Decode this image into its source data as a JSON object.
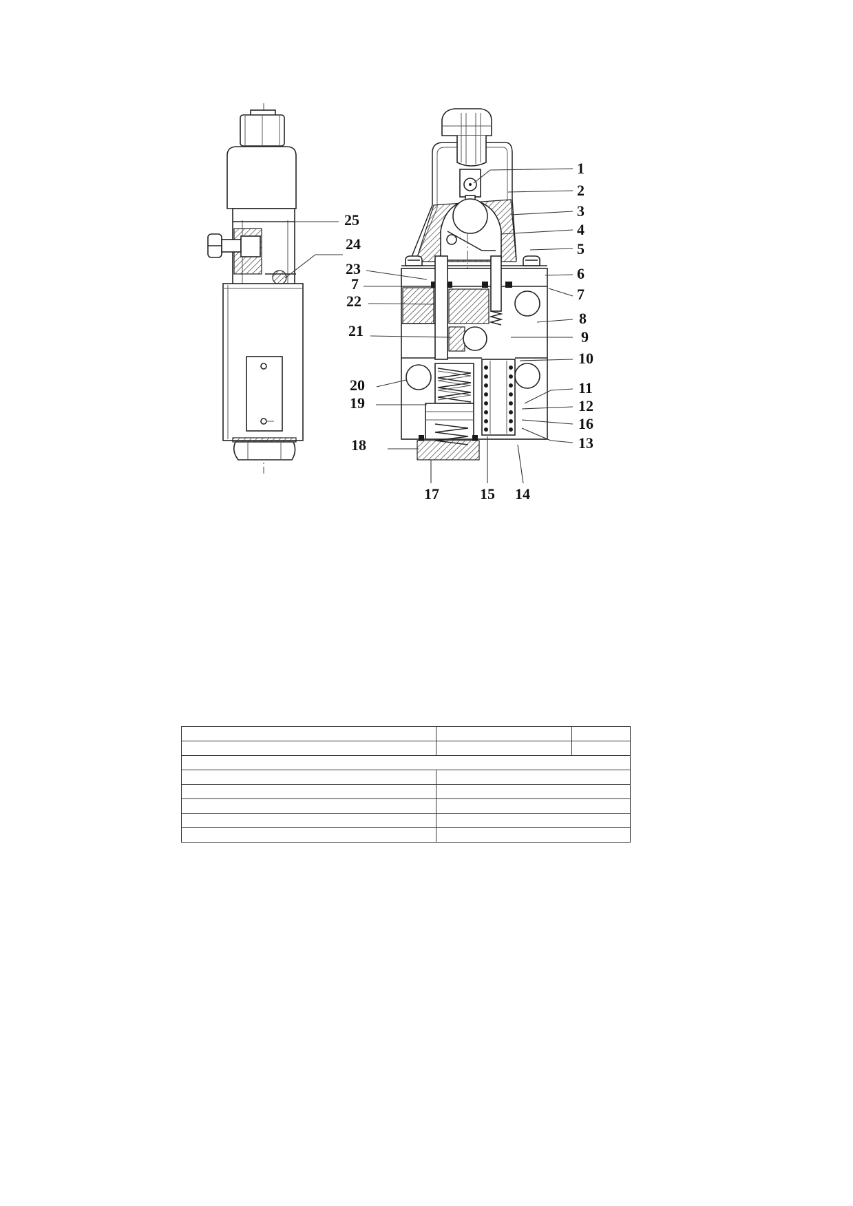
{
  "callouts": {
    "right": [
      "1",
      "2",
      "3",
      "4",
      "5",
      "6",
      "7",
      "8",
      "9",
      "10",
      "11",
      "12",
      "16",
      "13"
    ],
    "left": [
      "25",
      "24",
      "23",
      "7",
      "22",
      "21",
      "20",
      "19",
      "18"
    ],
    "bottom": [
      "17",
      "15",
      "14"
    ]
  }
}
